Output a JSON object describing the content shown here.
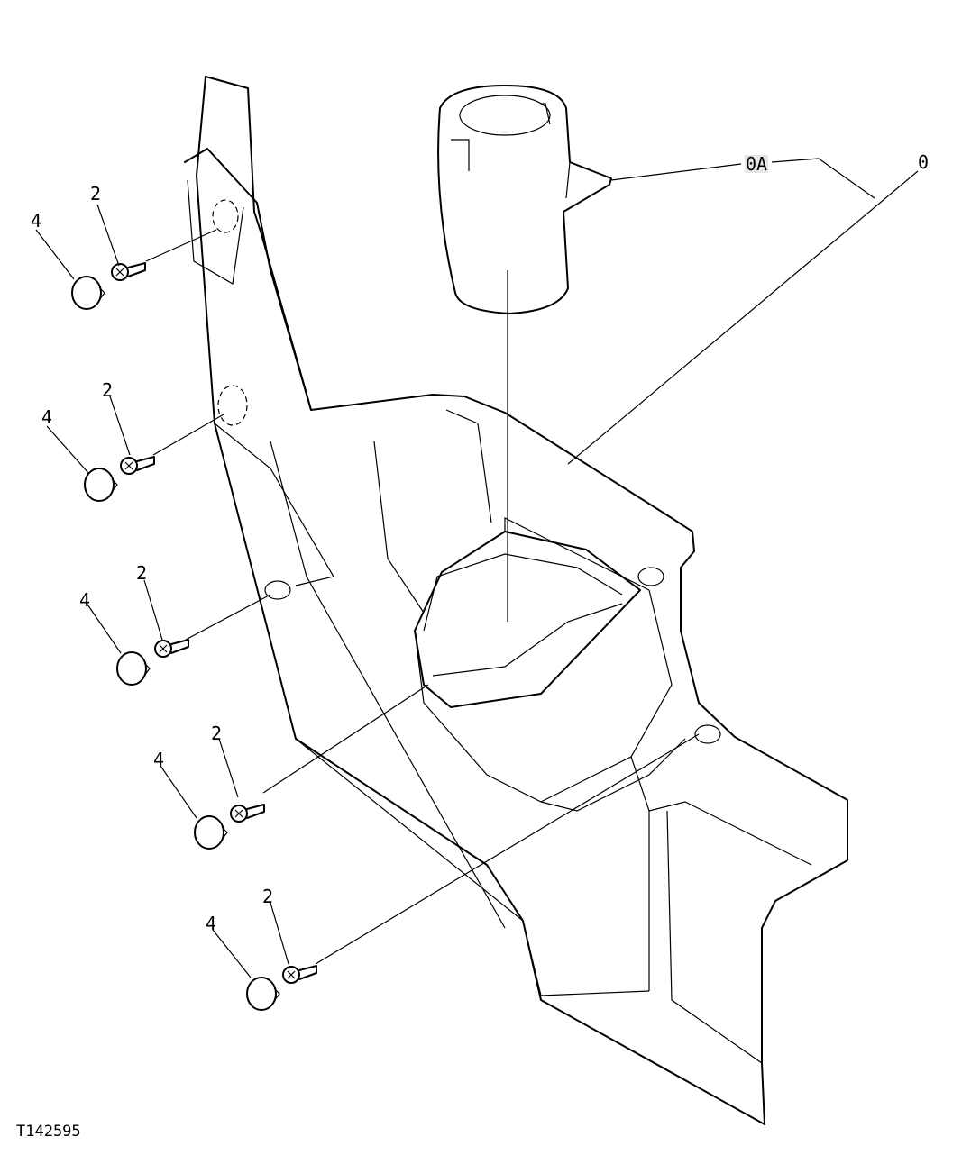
{
  "figure_id": "T142595",
  "callouts": {
    "assembly": "0",
    "knob": "0A",
    "screw": "2",
    "cap": "4"
  },
  "colors": {
    "line": "#000000",
    "background": "#ffffff",
    "callout_highlight": "#e6e6e6"
  }
}
